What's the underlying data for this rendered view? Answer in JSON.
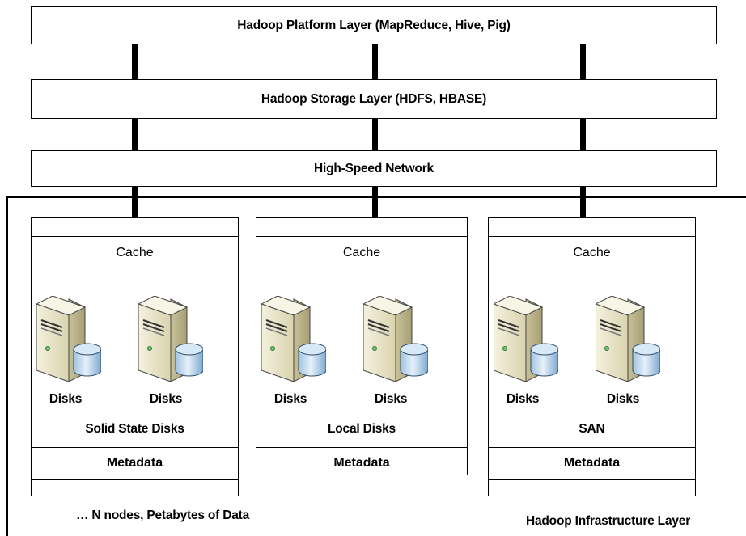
{
  "layers": {
    "platform": "Hadoop Platform Layer (MapReduce, Hive, Pig)",
    "storage": "Hadoop Storage Layer (HDFS, HBASE)",
    "network": "High-Speed Network"
  },
  "nodes": [
    {
      "cache": "Cache",
      "disk_left": "Disks",
      "disk_right": "Disks",
      "storage_type": "Solid State Disks",
      "metadata": "Metadata"
    },
    {
      "cache": "Cache",
      "disk_left": "Disks",
      "disk_right": "Disks",
      "storage_type": "Local Disks",
      "metadata": "Metadata"
    },
    {
      "cache": "Cache",
      "disk_left": "Disks",
      "disk_right": "Disks",
      "storage_type": "SAN",
      "metadata": "Metadata"
    }
  ],
  "footer": {
    "nodes_note": "… N nodes, Petabytes of Data",
    "infrastructure_label": "Hadoop Infrastructure Layer"
  },
  "icons": {
    "server": "server-icon",
    "disk": "disk-cylinder-icon"
  },
  "colors": {
    "server_body": "#e9e4c8",
    "disk_fill": "#bcd6ec"
  }
}
